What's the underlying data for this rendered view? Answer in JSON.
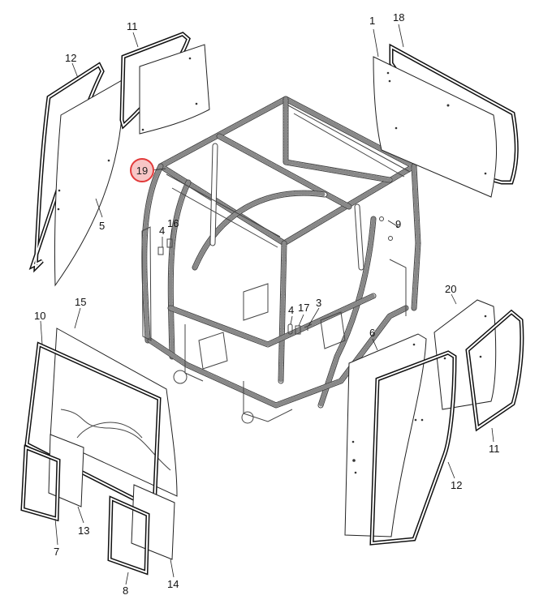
{
  "diagram": {
    "highlight": {
      "label": "19",
      "ring_color": "#e23a3a",
      "fill_color": "#f7c6c6"
    },
    "callouts": {
      "c1": "1",
      "c18": "18",
      "c11a": "11",
      "c12a": "12",
      "c5": "5",
      "c4a": "4",
      "c16": "16",
      "c9": "9",
      "c10": "10",
      "c15": "15",
      "c13": "13",
      "c7": "7",
      "c8": "8",
      "c14": "14",
      "c4b": "4",
      "c17": "17",
      "c3": "3",
      "c20": "20",
      "c6": "6",
      "c11b": "11",
      "c12b": "12"
    }
  }
}
